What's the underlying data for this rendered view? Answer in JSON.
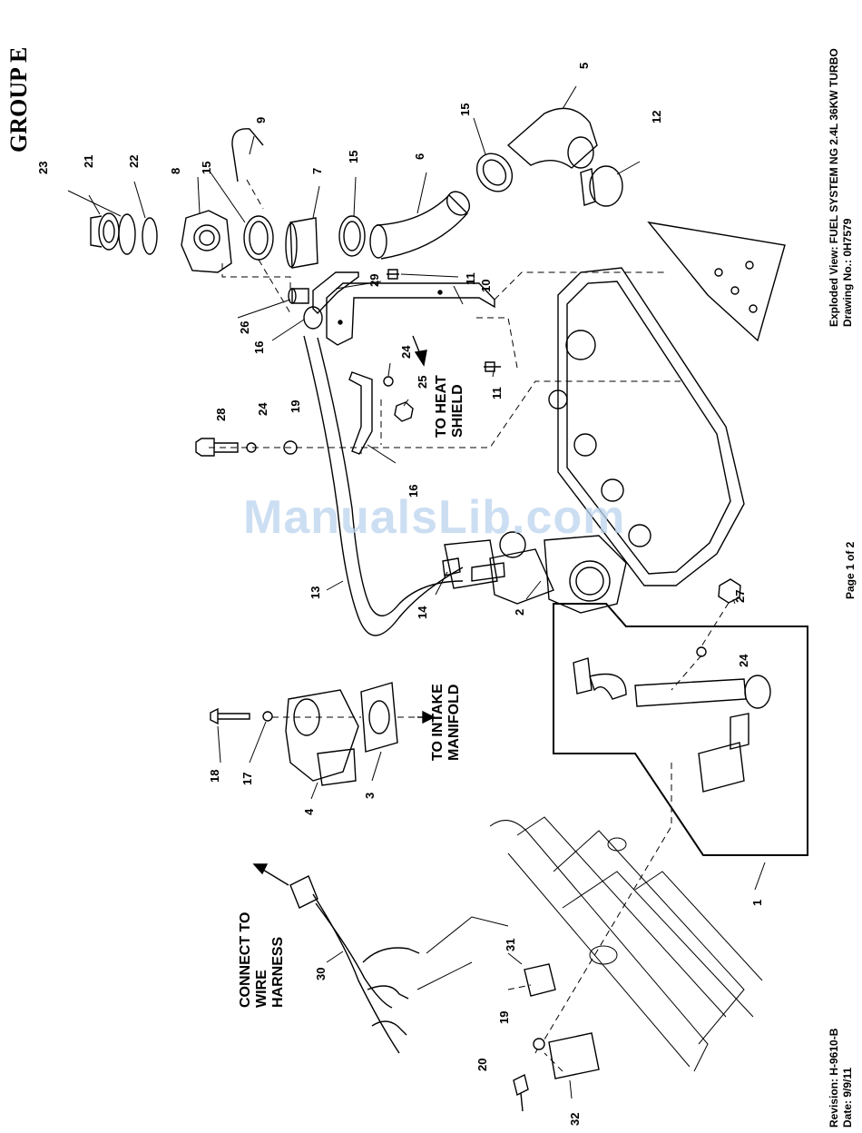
{
  "header": {
    "group_title": "GROUP E"
  },
  "title_block": {
    "line1": "Exploded View: FUEL SYSTEM NG 2.4L 36KW TURBO",
    "line2": "Drawing No.: 0H7579",
    "page": "Page 1 of 2",
    "revision": "Revision: H-9610-B",
    "date": "Date: 9/9/11"
  },
  "callouts": {
    "heat_shield": [
      "TO HEAT",
      "SHIELD"
    ],
    "intake_manifold": [
      "TO INTAKE",
      "MANIFOLD"
    ],
    "wire_harness": [
      "CONNECT TO",
      "WIRE",
      "HARNESS"
    ]
  },
  "part_numbers": {
    "p1": "1",
    "p2": "2",
    "p3": "3",
    "p4": "4",
    "p5": "5",
    "p6": "6",
    "p7": "7",
    "p8": "8",
    "p9": "9",
    "p10": "10",
    "p11a": "11",
    "p11b": "11",
    "p12": "12",
    "p13": "13",
    "p14": "14",
    "p15a": "15",
    "p15b": "15",
    "p15c": "15",
    "p16a": "16",
    "p16b": "16",
    "p17": "17",
    "p18": "18",
    "p19a": "19",
    "p19b": "19",
    "p20": "20",
    "p21": "21",
    "p22": "22",
    "p23": "23",
    "p24a": "24",
    "p24b": "24",
    "p24c": "24",
    "p25": "25",
    "p26": "26",
    "p27": "27",
    "p28": "28",
    "p29": "29",
    "p30": "30",
    "p31": "31",
    "p32": "32"
  },
  "watermark": "ManualsLib.com",
  "colors": {
    "ink": "#000000",
    "watermark": "#bcd4ee"
  }
}
